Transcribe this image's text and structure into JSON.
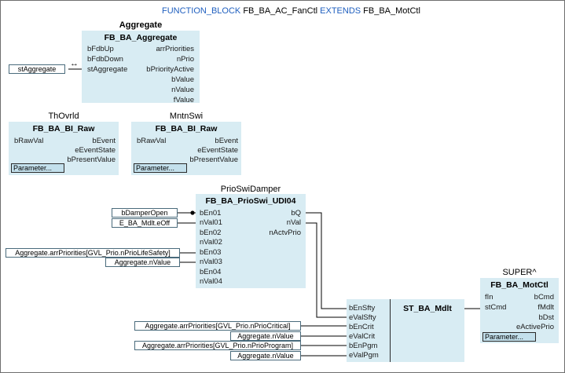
{
  "header": {
    "kw1": "FUNCTION_BLOCK",
    "name": "FB_BA_AC_FanCtl",
    "kw2": "EXTENDS",
    "base": "FB_BA_MotCtl"
  },
  "aggregate": {
    "instance": "Aggregate",
    "type": "FB_BA_Aggregate",
    "inputs": [
      "bFdbUp",
      "bFdbDown",
      "stAggregate"
    ],
    "outputs": [
      "arrPriorities",
      "nPrio",
      "bPriorityActive",
      "bValue",
      "nValue",
      "fValue"
    ],
    "link_value": "stAggregate",
    "link_symbol": "↔"
  },
  "thovrld": {
    "instance": "ThOvrld",
    "type": "FB_BA_BI_Raw",
    "inputs": [
      "bRawVal"
    ],
    "outputs": [
      "bEvent",
      "eEventState",
      "bPresentValue"
    ],
    "param": "Parameter..."
  },
  "mntnswi": {
    "instance": "MntnSwi",
    "type": "FB_BA_BI_Raw",
    "inputs": [
      "bRawVal"
    ],
    "outputs": [
      "bEvent",
      "eEventState",
      "bPresentValue"
    ],
    "param": "Parameter..."
  },
  "prioswi": {
    "instance": "PrioSwiDamper",
    "type": "FB_BA_PrioSwi_UDI04",
    "inputs": [
      "bEn01",
      "nVal01",
      "bEn02",
      "nVal02",
      "bEn03",
      "nVal03",
      "bEn04",
      "nVal04"
    ],
    "outputs": [
      "bQ",
      "nVal",
      "nActvPrio"
    ],
    "in_values": [
      "bDamperOpen",
      "E_BA_Mdlt.eOff",
      "Aggregate.arrPriorities[GVL_Prio.nPrioLifeSafety]",
      "Aggregate.nValue"
    ]
  },
  "mdlt": {
    "type": "ST_BA_Mdlt",
    "inputs": [
      "bEnSfty",
      "eValSfty",
      "bEnCrit",
      "eValCrit",
      "bEnPgm",
      "eValPgm"
    ],
    "in_values": [
      "Aggregate.arrPriorities[GVL_Prio.nPrioCritical]",
      "Aggregate.nValue",
      "Aggregate.arrPriorities[GVL_Prio.nPrioProgram]",
      "Aggregate.nValue"
    ]
  },
  "super": {
    "instance": "SUPER^",
    "type": "FB_BA_MotCtl",
    "inputs": [
      "fIn",
      "stCmd"
    ],
    "outputs": [
      "bCmd",
      "fMdlt",
      "bDst",
      "eActivePrio"
    ],
    "param": "Parameter..."
  }
}
